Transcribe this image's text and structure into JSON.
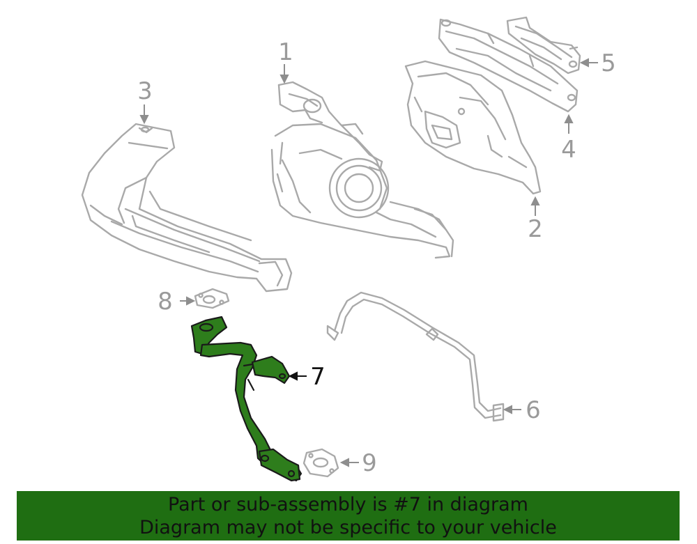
{
  "callouts": {
    "c1": "1",
    "c2": "2",
    "c3": "3",
    "c4": "4",
    "c5": "5",
    "c6": "6",
    "c7": "7",
    "c8": "8",
    "c9": "9"
  },
  "highlighted_part": "7",
  "colors": {
    "highlight_fill": "#2e7d1c",
    "outline_gray": "#a9a9a9",
    "label_gray": "#9a9a9a",
    "banner_bg": "#1f6e12"
  },
  "banner": {
    "line1": "Part or sub-assembly is #7 in diagram",
    "line2": "Diagram may not be specific to your vehicle"
  }
}
